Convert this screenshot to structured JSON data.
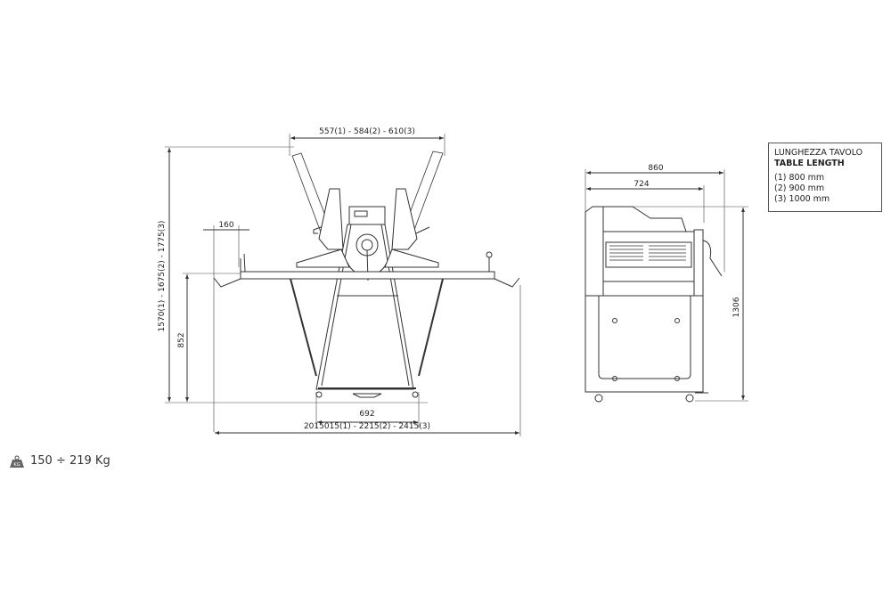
{
  "front_view": {
    "dim_top_width": "557(1) - 584(2) - 610(3)",
    "dim_total_height": "1570(1) - 1675(2) - 1775(3)",
    "dim_table_height": "852",
    "dim_handle": "160",
    "dim_base_width": "692",
    "dim_total_length": "2015015(1) - 2215(2) - 2415(3)"
  },
  "side_view": {
    "dim_overall_depth": "860",
    "dim_body_depth": "724",
    "dim_height": "1306"
  },
  "legend": {
    "title_it": "LUNGHEZZA TAVOLO",
    "title_en": "TABLE LENGTH",
    "items": [
      "(1) 800 mm",
      "(2) 900 mm",
      "(3) 1000 mm"
    ]
  },
  "weight": {
    "icon": "kg-weight-icon",
    "icon_label": "KG",
    "value": "150 ÷ 219 Kg"
  }
}
